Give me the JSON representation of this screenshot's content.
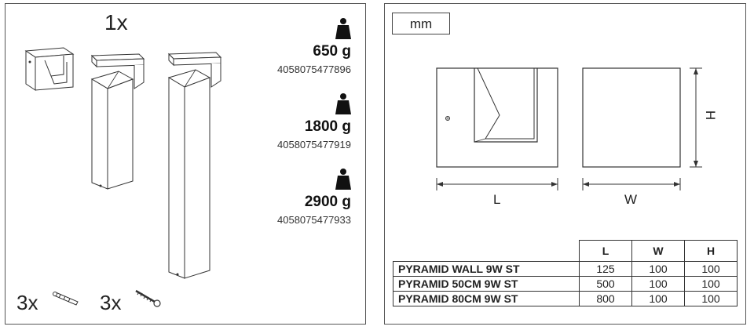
{
  "left": {
    "quantity_main": "1x",
    "weights": [
      {
        "value": "650 g",
        "ean": "4058075477896"
      },
      {
        "value": "1800 g",
        "ean": "4058075477919"
      },
      {
        "value": "2900 g",
        "ean": "4058075477933"
      }
    ],
    "accessories": [
      {
        "quantity": "3x",
        "icon": "wall-plug-icon"
      },
      {
        "quantity": "3x",
        "icon": "screw-icon"
      }
    ]
  },
  "right": {
    "unit": "mm",
    "dimension_labels": {
      "length": "L",
      "width": "W",
      "height": "H"
    },
    "table": {
      "headers": [
        "L",
        "W",
        "H"
      ],
      "rows": [
        {
          "name": "PYRAMID WALL 9W ST",
          "L": "125",
          "W": "100",
          "H": "100"
        },
        {
          "name": "PYRAMID 50CM 9W ST",
          "L": "500",
          "W": "100",
          "H": "100"
        },
        {
          "name": "PYRAMID 80CM 9W ST",
          "L": "800",
          "W": "100",
          "H": "100"
        }
      ]
    }
  }
}
